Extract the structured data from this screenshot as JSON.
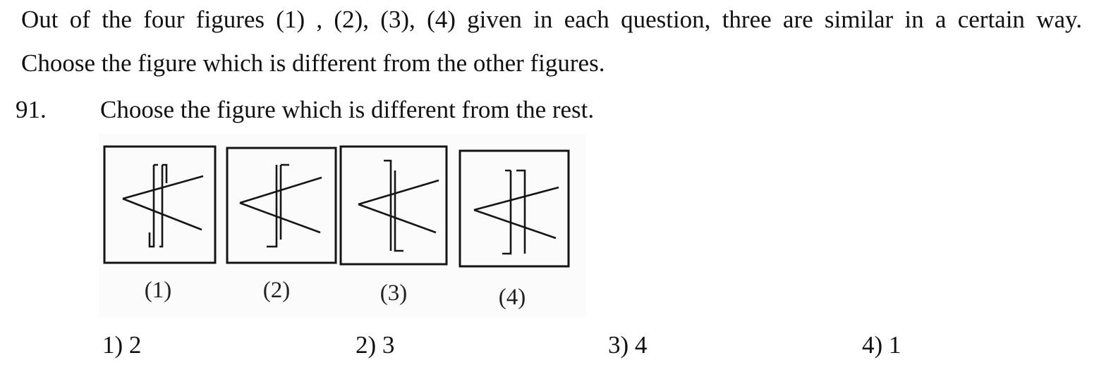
{
  "instructions": {
    "line1": "Out of the four figures (1) , (2), (3), (4) given in each question, three are similar in a certain way.",
    "line2": "Choose the figure which is different from the other figures."
  },
  "question": {
    "number": "91.",
    "text": "Choose the figure which is different from the rest."
  },
  "figures": {
    "labels": [
      "(1)",
      "(2)",
      "(3)",
      "(4)"
    ]
  },
  "options": [
    {
      "label": "1) 2"
    },
    {
      "label": "2) 3"
    },
    {
      "label": "3) 4"
    },
    {
      "label": "4) 1"
    }
  ]
}
